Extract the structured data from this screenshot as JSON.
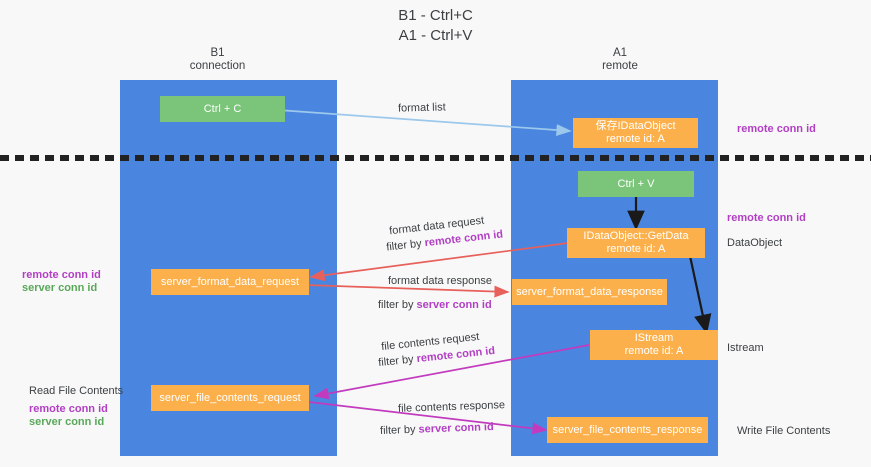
{
  "title": {
    "line1": "B1 - Ctrl+C",
    "line2": "A1 - Ctrl+V"
  },
  "columns": [
    {
      "id": "b1",
      "name": "B1",
      "sub": "connection",
      "color": "#4a86e0"
    },
    {
      "id": "a1",
      "name": "A1",
      "sub": "remote",
      "color": "#4a86e0"
    }
  ],
  "boxes": {
    "ctrl_c": "Ctrl + C",
    "ctrl_v": "Ctrl + V",
    "save_idataobject_l1": "保存IDataObject",
    "save_idataobject_l2": "remote id: A",
    "getdata_l1": "IDataObject::GetData",
    "getdata_l2": "remote id: A",
    "istream_l1": "IStream",
    "istream_l2": "remote id: A",
    "server_format_data_request": "server_format_data_request",
    "server_format_data_response": "server_format_data_response",
    "server_file_contents_request": "server_file_contents_request",
    "server_file_contents_response": "server_file_contents_response"
  },
  "edge_labels": {
    "format_list": "format list",
    "format_data_request": "format data request",
    "format_data_response": "format data response",
    "file_contents_request": "file contents request",
    "file_contents_response": "file contents response",
    "filter_by": "filter by ",
    "remote_conn_id": "remote conn id",
    "server_conn_id": "server conn id"
  },
  "side_labels": {
    "right_remote_conn_id_top": "remote conn id",
    "right_remote_conn_id_mid": "remote conn id",
    "dataobject": "DataObject",
    "istream": "Istream",
    "write_file_contents": "Write File Contents",
    "left_remote_conn_id": "remote conn id",
    "left_server_conn_id": "server conn id",
    "read_file_contents": "Read File Contents",
    "left_remote_conn_id_2": "remote conn id",
    "left_server_conn_id_2": "server conn id"
  },
  "colors": {
    "column_blue": "#4a86e0",
    "box_green": "#7ac57a",
    "box_orange": "#fbb04c",
    "accent_purple": "#b23fc4",
    "accent_green_text": "#5aa85a",
    "arrow_lightblue": "#9cc8ec",
    "arrow_red": "#e8605a",
    "arrow_magenta": "#c23bbe",
    "arrow_black": "#1a1a1a",
    "background": "#f8f8f8"
  }
}
